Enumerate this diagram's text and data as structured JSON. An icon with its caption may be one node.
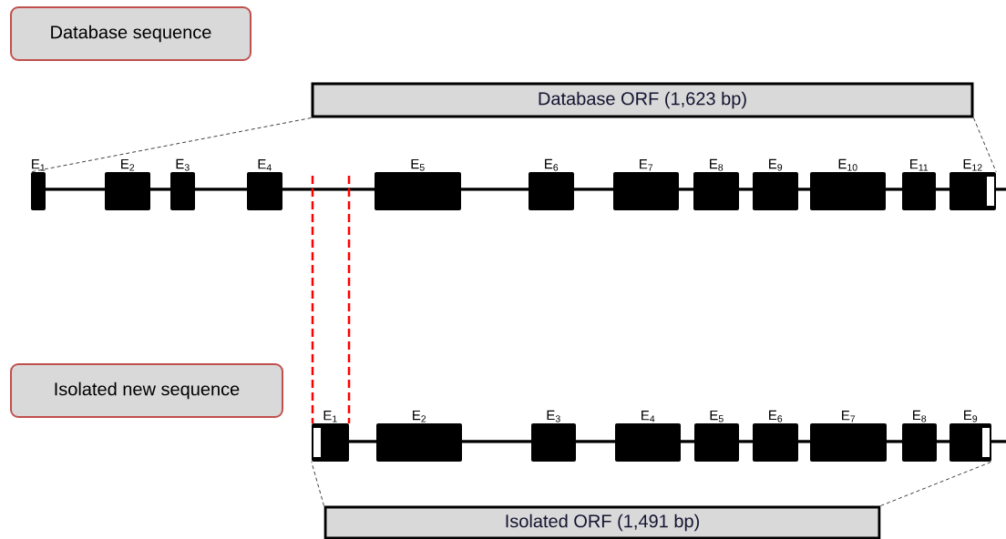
{
  "diagram": {
    "nodes": [
      {
        "text": [
          "Database sequence"
        ]
      },
      {
        "text": [
          "Database ORF (1,623 bp)"
        ]
      },
      {
        "text": [
          "E$_{1}$"
        ]
      },
      {
        "text": [
          "E$_{2}$"
        ]
      },
      {
        "text": [
          "E$_{3}$"
        ]
      },
      {
        "text": [
          "E$_{4}$"
        ]
      },
      {
        "text": [
          "E$_{5}$"
        ]
      },
      {
        "text": [
          "E$_{6}$"
        ]
      },
      {
        "text": [
          "E$_{7}$"
        ]
      },
      {
        "text": [
          "E$_{8}$"
        ]
      },
      {
        "text": [
          "E$_{9}$"
        ]
      },
      {
        "text": [
          "E$_{10}$"
        ]
      },
      {
        "text": [
          "E$_{11}$"
        ]
      },
      {
        "text": [
          "E$_{12}$"
        ]
      },
      {
        "text": [
          "Isolated new sequence"
        ]
      },
      {
        "text": [
          "E$_{1}$"
        ]
      },
      {
        "text": [
          "E$_{2}$"
        ]
      },
      {
        "text": [
          "E$_{3}$"
        ]
      },
      {
        "text": [
          "E$_{4}$"
        ]
      },
      {
        "text": [
          "E$_{5}$"
        ]
      },
      {
        "text": [
          "E$_{6}$"
        ]
      },
      {
        "text": [
          "E$_{7}$"
        ]
      },
      {
        "text": [
          "E$_{8}$"
        ]
      },
      {
        "text": [
          "E$_{9}$"
        ]
      },
      {
        "text": [
          "Isolated ORF (1,491 bp)"
        ]
      }
    ],
    "edges": [
      {
        "from": 1,
        "to": 2,
        "arrow": "none",
        "style": "dashed"
      },
      {
        "from": 1,
        "to": 13,
        "arrow": "none",
        "style": "dashed"
      },
      {
        "from": 24,
        "to": 15,
        "arrow": "none",
        "style": "dashed"
      },
      {
        "from": 24,
        "to": 23,
        "arrow": "none",
        "style": "dashed"
      }
    ]
  }
}
